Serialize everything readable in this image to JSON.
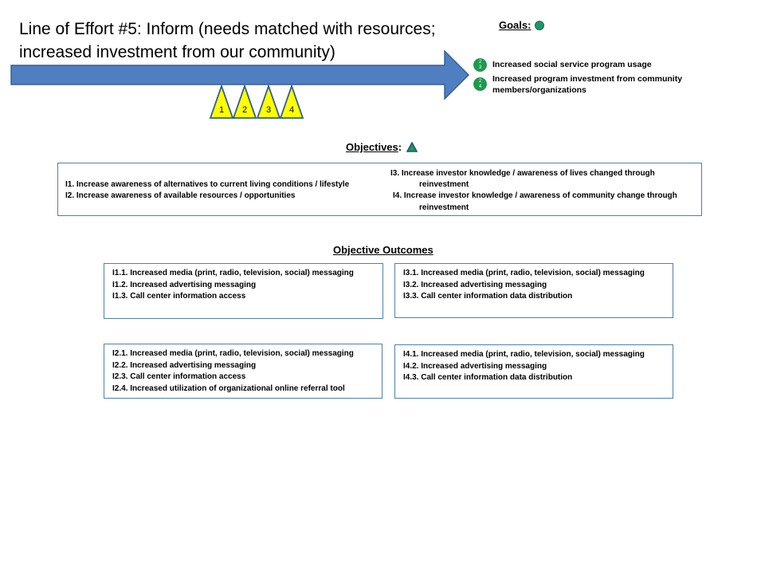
{
  "title": "Line of Effort #5: Inform (needs matched with resources; increased investment from our community)",
  "colors": {
    "arrow_fill": "#4f7fc0",
    "arrow_stroke": "#3a5f95",
    "marker_fill": "#ffff00",
    "marker_stroke": "#2f5f8f",
    "goal_badge": "#1e9a4e",
    "box_border": "#4f7fb0"
  },
  "markers": [
    "1",
    "2",
    "3",
    "4"
  ],
  "goals": {
    "heading": "Goals",
    "colon": ":",
    "items": [
      {
        "badge_top": "2",
        "badge_bottom": "3",
        "text": "Increased social service program usage"
      },
      {
        "badge_top": "2",
        "badge_bottom": "4",
        "text": "Increased program investment from community members/organizations"
      }
    ]
  },
  "objectives": {
    "heading": "Objectives",
    "colon": ":",
    "items": [
      {
        "label": "I1. Increase awareness of alternatives to current  living conditions  / lifestyle"
      },
      {
        "label": "I2. Increase awareness of available resources / opportunities"
      },
      {
        "label": "I3. Increase investor knowledge / awareness of lives changed through",
        "continuation": "reinvestment"
      },
      {
        "label": "I4. Increase investor knowledge / awareness of community change through",
        "continuation": "reinvestment"
      }
    ]
  },
  "outcomes": {
    "heading": "Objective Outcomes",
    "groups": [
      {
        "items": [
          "I1.1. Increased media (print, radio, television, social) messaging",
          "I1.2. Increased advertising messaging",
          "I1.3. Call center information  access"
        ]
      },
      {
        "items": [
          "I3.1. Increased media (print, radio, television, social) messaging",
          "I3.2. Increased advertising messaging",
          "I3.3. Call center information data distribution"
        ]
      },
      {
        "items": [
          "I2.1. Increased media (print, radio, television, social) messaging",
          "I2.2. Increased advertising messaging",
          "I2.3. Call center information  access",
          "I2.4.  Increased utilization of organizational online referral tool"
        ]
      },
      {
        "items": [
          "I4.1. Increased media (print, radio, television, social) messaging",
          "I4.2. Increased advertising messaging",
          "I4.3. Call center information data distribution"
        ]
      }
    ]
  }
}
